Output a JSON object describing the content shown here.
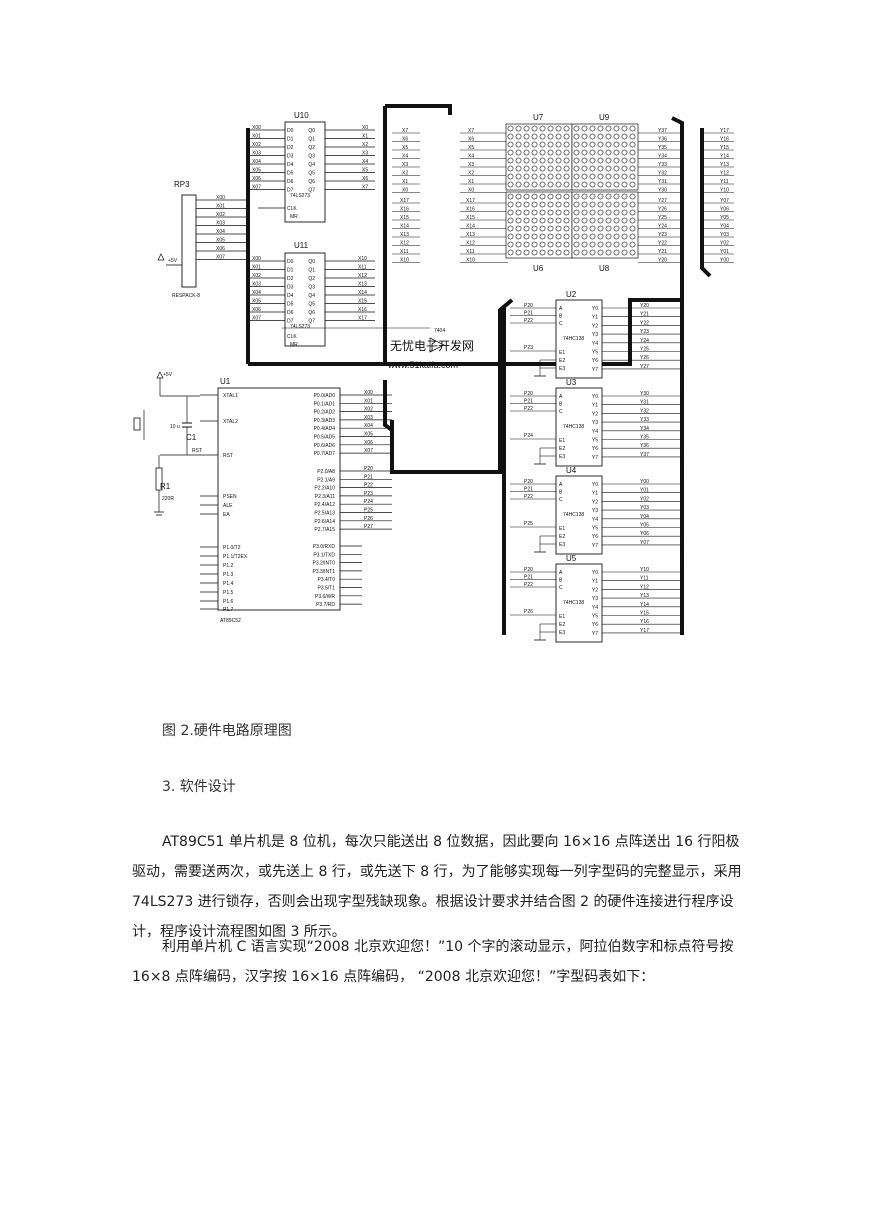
{
  "figure": {
    "chips": {
      "u10": {
        "ref": "U10",
        "part": "74LS273",
        "pins_left": [
          "D0",
          "D1",
          "D2",
          "D3",
          "D4",
          "D5",
          "D6",
          "D7"
        ],
        "pins_right": [
          "Q0",
          "Q1",
          "Q2",
          "Q3",
          "Q4",
          "Q5",
          "Q6",
          "Q7"
        ],
        "clk": "CLK",
        "mr": "MR"
      },
      "u11": {
        "ref": "U11",
        "part": "74LS273",
        "pins_left": [
          "D0",
          "D1",
          "D2",
          "D3",
          "D4",
          "D5",
          "D6",
          "D7"
        ],
        "pins_right": [
          "Q0",
          "Q1",
          "Q2",
          "Q3",
          "Q4",
          "Q5",
          "Q6",
          "Q7"
        ],
        "clk": "CLK",
        "mr": "MR"
      },
      "u1": {
        "ref": "U1",
        "part": "AT89C52",
        "left_pins": [
          "XTAL1",
          "XTAL2",
          "RST",
          "PSEN",
          "ALE",
          "EA",
          "P1.0/T2",
          "P1.1/T2EX",
          "P1.2",
          "P1.3",
          "P1.4",
          "P1.5",
          "P1.6",
          "P1.7"
        ],
        "right_p0": [
          "P0.0/AD0",
          "P0.1/AD1",
          "P0.2/AD2",
          "P0.3/AD3",
          "P0.4/AD4",
          "P0.5/AD5",
          "P0.6/AD6",
          "P0.7/AD7"
        ],
        "right_p2": [
          "P2.0/A8",
          "P2.1/A9",
          "P2.2/A10",
          "P2.3/A11",
          "P2.4/A12",
          "P2.5/A13",
          "P2.6/A14",
          "P2.7/A15"
        ],
        "right_p3": [
          "P3.0/RXD",
          "P3.1/TXD",
          "P3.2/INT0",
          "P3.3/INT1",
          "P3.4/T0",
          "P3.5/T1",
          "P3.6/WR",
          "P3.7/RD"
        ]
      },
      "u2": {
        "ref": "U2",
        "part": "74HC138",
        "outs": [
          "Y20",
          "Y21",
          "Y22",
          "Y23",
          "Y24",
          "Y25",
          "Y26",
          "Y27"
        ],
        "sel": "P23"
      },
      "u3": {
        "ref": "U3",
        "part": "74HC138",
        "outs": [
          "Y30",
          "Y31",
          "Y32",
          "Y33",
          "Y34",
          "Y35",
          "Y36",
          "Y37"
        ],
        "sel": "P24"
      },
      "u4": {
        "ref": "U4",
        "part": "74HC138",
        "outs": [
          "Y00",
          "Y01",
          "Y02",
          "Y03",
          "Y04",
          "Y05",
          "Y06",
          "Y07"
        ],
        "sel": "P25"
      },
      "u5": {
        "ref": "U5",
        "part": "74HC138",
        "outs": [
          "Y10",
          "Y11",
          "Y12",
          "Y13",
          "Y14",
          "Y15",
          "Y16",
          "Y17"
        ],
        "sel": "P26"
      },
      "matrix_top": [
        "U7",
        "U9"
      ],
      "matrix_bottom": [
        "U6",
        "U8"
      ]
    },
    "rp3": {
      "ref": "RP3",
      "part": "RESPACK-8",
      "vcc": "+5V"
    },
    "x_nets": [
      "X00",
      "X01",
      "X02",
      "X03",
      "X04",
      "X05",
      "X06",
      "X07"
    ],
    "x_hi": [
      "X7",
      "X6",
      "X5",
      "X4",
      "X3",
      "X2",
      "X1",
      "X0"
    ],
    "x_lo": [
      "X17",
      "X16",
      "X15",
      "X14",
      "X13",
      "X12",
      "X11",
      "X10"
    ],
    "y_right_top": [
      "Y37",
      "Y36",
      "Y35",
      "Y34",
      "Y33",
      "Y32",
      "Y31",
      "Y30"
    ],
    "y_right_mid": [
      "Y27",
      "Y26",
      "Y25",
      "Y24",
      "Y23",
      "Y22",
      "Y21",
      "Y20"
    ],
    "y_far_top": [
      "Y17",
      "Y16",
      "Y15",
      "Y14",
      "Y13",
      "Y12",
      "Y11",
      "Y10"
    ],
    "y_far_bottom": [
      "Y07",
      "Y06",
      "Y05",
      "Y04",
      "Y03",
      "Y02",
      "Y01",
      "Y00"
    ],
    "p2_nets": [
      "P20",
      "P21",
      "P22",
      "P23",
      "P24",
      "P25",
      "P26",
      "P27"
    ],
    "decoder_in": [
      "A",
      "B",
      "C",
      "E1",
      "E2",
      "E3"
    ],
    "cap_c1": {
      "ref": "C1",
      "value": "10 u"
    },
    "res_r1": {
      "ref": "R1",
      "value": "220R"
    },
    "vcc": "+5V",
    "rst_net": "RST",
    "gate": "7404",
    "watermark_cn": "无忧电子开发网",
    "watermark_url": "www.51kaifa.com"
  },
  "caption": "图 2.硬件电路原理图",
  "heading": "3. 软件设计",
  "para1": "AT89C51 单片机是 8 位机，每次只能送出 8 位数据，因此要向 16×16 点阵送出 16 行阳极驱动，需要送两次，或先送上 8 行，或先送下 8 行，为了能够实现每一列字型码的完整显示，采用 74LS273 进行锁存，否则会出现字型残缺现象。根据设计要求并结合图 2 的硬件连接进行程序设计，程序设计流程图如图 3 所示。",
  "para2": "利用单片机 C 语言实现“2008 北京欢迎您！”10 个字的滚动显示，阿拉伯数字和标点符号按 16×8 点阵编码，汉字按 16×16 点阵编码， “2008 北京欢迎您！”字型码表如下："
}
